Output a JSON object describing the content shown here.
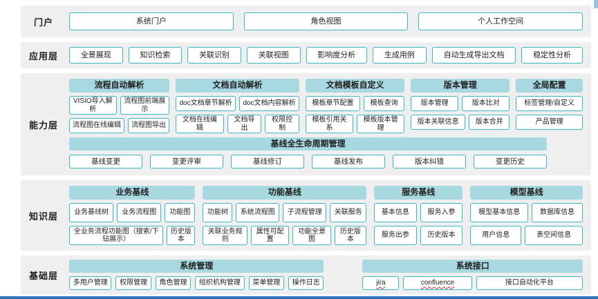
{
  "colors": {
    "group_header_fill": "#a8d9e1",
    "box_border": "#3ab6c6",
    "band_background": "#efefef",
    "bottom_accent": "#2e74b6",
    "corner_accent": "#9bc2e6"
  },
  "layers": {
    "portal": {
      "label": "门户",
      "items": [
        "系统门户",
        "角色视图",
        "个人工作空间"
      ]
    },
    "application": {
      "label": "应用层",
      "items": [
        "全景展现",
        "知识检索",
        "关联识别",
        "关联视图",
        "影响度分析",
        "生成用例",
        "自动生成导出文档",
        "稳定性分析"
      ]
    },
    "capability": {
      "label": "能力层",
      "groups": [
        {
          "title": "流程自动解析",
          "rows": [
            [
              "VISIO导入解析",
              "流程图前端展示"
            ],
            [
              "流程图在线编辑",
              "流程图导出"
            ]
          ]
        },
        {
          "title": "文档自动解析",
          "rows": [
            [
              "doc文档章节解析",
              "doc文档内容解析"
            ],
            [
              "文档在线编辑",
              "文档导出",
              "权限控制"
            ]
          ]
        },
        {
          "title": "文档模板自定义",
          "rows": [
            [
              "模板章节配置",
              "模板查询"
            ],
            [
              "模板引用关系",
              "模板版本管理"
            ]
          ]
        },
        {
          "title": "版本管理",
          "rows": [
            [
              "版本管理",
              "版本比对"
            ],
            [
              "版本关联信息",
              "版本合并"
            ]
          ]
        },
        {
          "title": "全局配置",
          "rows": [
            [
              "标签管理/自定义"
            ],
            [
              "产品管理"
            ]
          ]
        }
      ],
      "baseline": {
        "title": "基线全生命周期管理",
        "items": [
          "基线变更",
          "变更评审",
          "基线修订",
          "基线发布",
          "版本纠错",
          "变更历史"
        ]
      }
    },
    "knowledge": {
      "label": "知识层",
      "groups": [
        {
          "title": "业务基线",
          "rows": [
            [
              "业务基线树",
              "业务流程图",
              "功能图"
            ],
            [
              "全业务流程功能图（搜索/下钻展示）",
              "历史版本"
            ]
          ]
        },
        {
          "title": "功能基线",
          "rows": [
            [
              "功能树",
              "系统流程图",
              "子流程管理",
              "关联服务"
            ],
            [
              "关联业务规则",
              "属性可配置",
              "功能全景图",
              "历史版本"
            ]
          ]
        },
        {
          "title": "服务基线",
          "rows": [
            [
              "基本信息",
              "服务入参"
            ],
            [
              "服务出参",
              "历史版本"
            ]
          ]
        },
        {
          "title": "模型基线",
          "rows": [
            [
              "模型基本信息",
              "数据库信息"
            ],
            [
              "用户信息",
              "表空间信息"
            ]
          ]
        }
      ]
    },
    "foundation": {
      "label": "基础层",
      "groups": [
        {
          "title": "系统管理",
          "items": [
            "多用户管理",
            "权限管理",
            "角色管理",
            "组织机构管理",
            "菜单管理",
            "操作日志"
          ]
        },
        {
          "title": "系统接口",
          "items": [
            "jira",
            "confluence",
            "接口自动化平台"
          ]
        }
      ]
    }
  }
}
